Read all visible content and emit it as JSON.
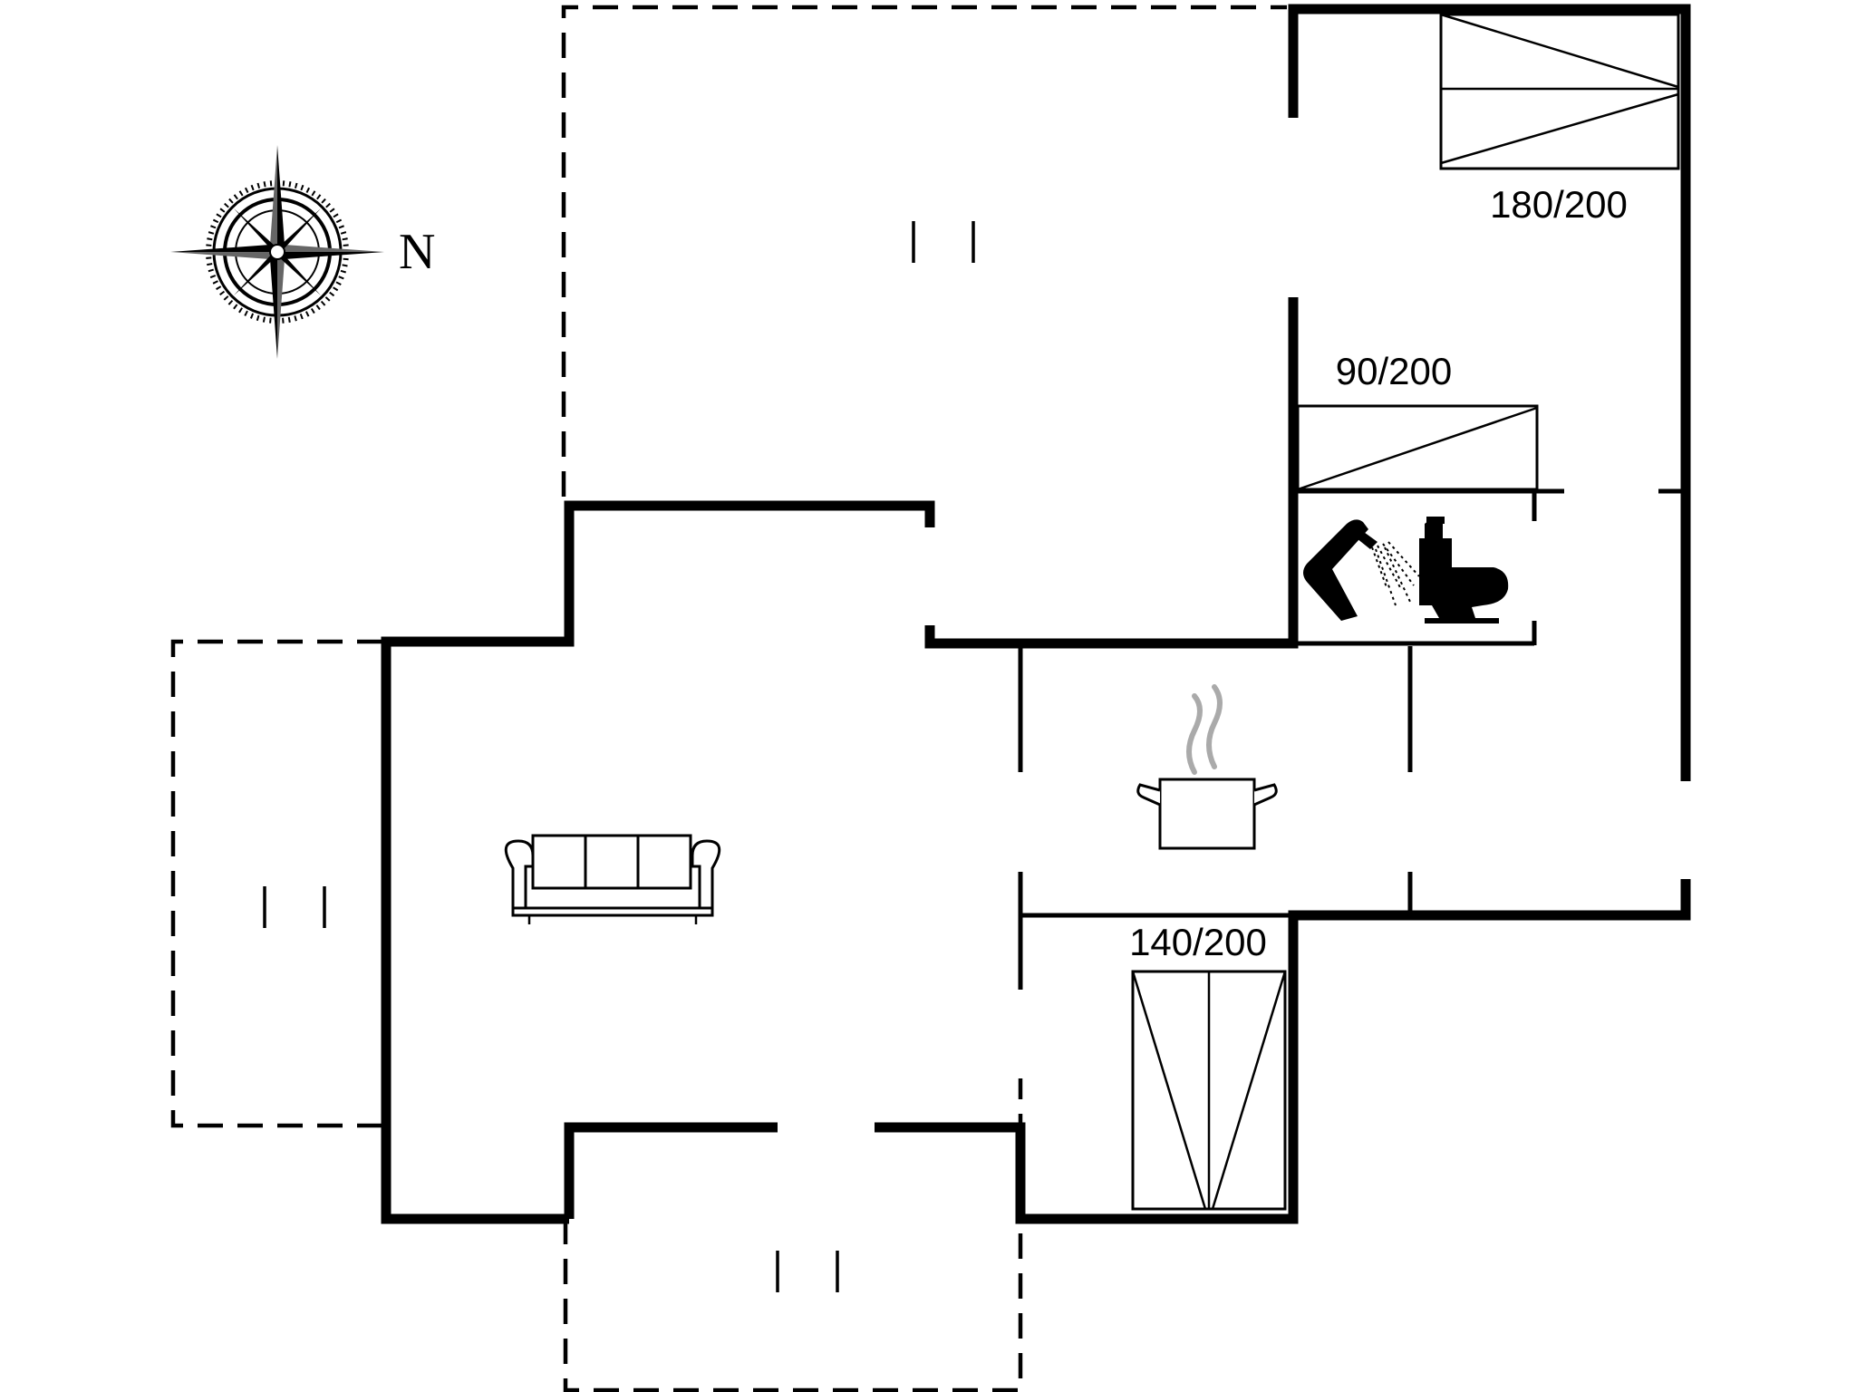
{
  "compass": {
    "north_label": "N",
    "icon": "compass-rose-icon"
  },
  "beds": [
    {
      "label": "180/200"
    },
    {
      "label": "90/200"
    },
    {
      "label": "140/200"
    }
  ],
  "icons": {
    "shower": "shower-icon",
    "toilet": "toilet-icon",
    "kitchen": "cooking-pot-icon",
    "living": "sofa-icon"
  }
}
